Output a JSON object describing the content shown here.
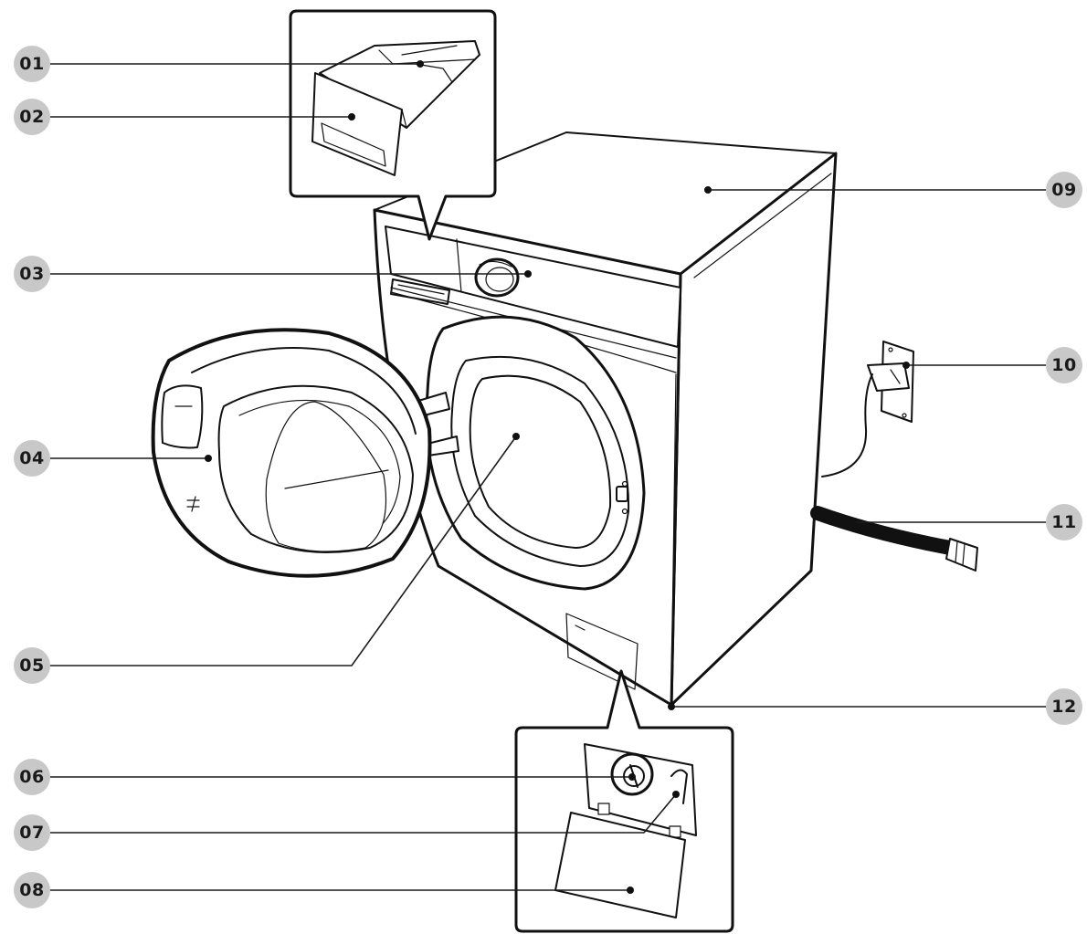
{
  "diagram": {
    "labels": [
      "01",
      "02",
      "03",
      "04",
      "05",
      "06",
      "07",
      "08",
      "09",
      "10",
      "11",
      "12"
    ]
  },
  "colors": {
    "badge": "#c8c8c8",
    "line": "#1a1a1a",
    "background": "#ffffff"
  }
}
